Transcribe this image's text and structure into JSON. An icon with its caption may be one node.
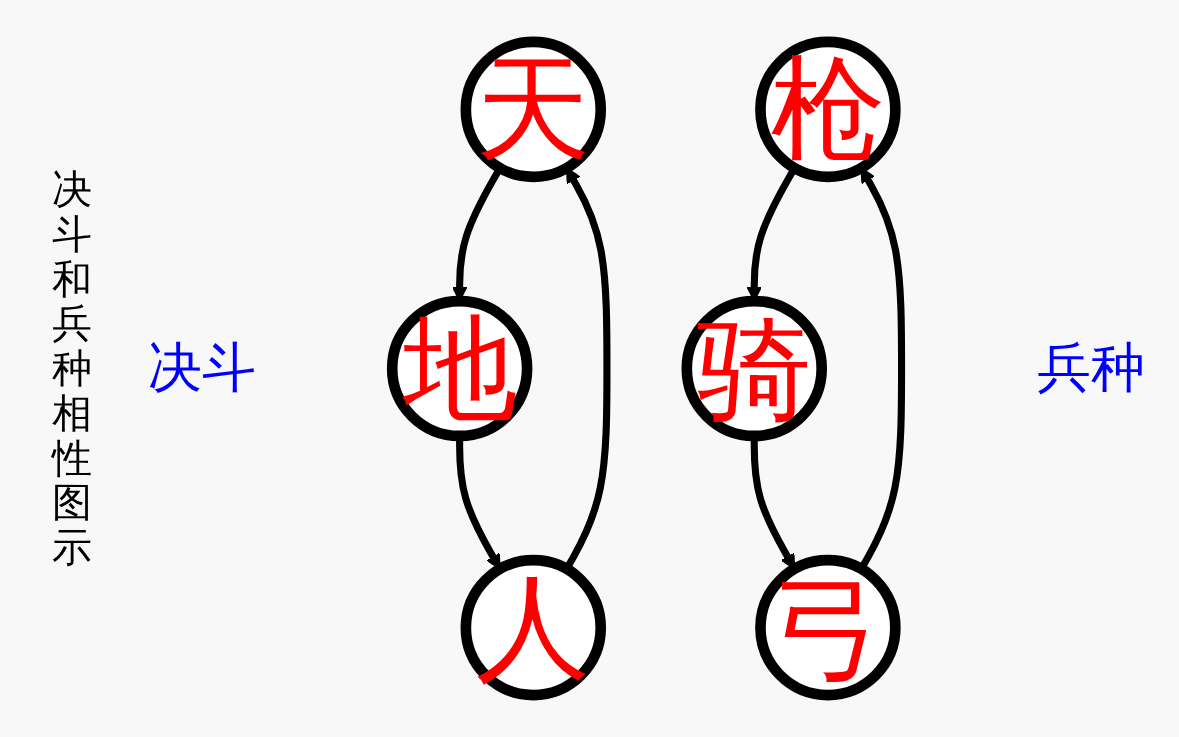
{
  "diagram": {
    "title": "决斗和兵种相性图示",
    "nodes": [
      {
        "text": [
          "天"
        ]
      },
      {
        "text": [
          "地"
        ]
      },
      {
        "text": [
          "人"
        ]
      },
      {
        "text": [
          "枪"
        ]
      },
      {
        "text": [
          "骑"
        ]
      },
      {
        "text": [
          "弓"
        ]
      }
    ],
    "edges": [
      {
        "from": 0,
        "to": 1,
        "arrow": "to"
      },
      {
        "from": 1,
        "to": 2,
        "arrow": "to"
      },
      {
        "from": 2,
        "to": 0,
        "arrow": "to"
      },
      {
        "from": 3,
        "to": 4,
        "arrow": "to"
      },
      {
        "from": 4,
        "to": 5,
        "arrow": "to"
      },
      {
        "from": 5,
        "to": 3,
        "arrow": "to"
      }
    ],
    "labels": [
      "决斗",
      "兵种"
    ]
  }
}
